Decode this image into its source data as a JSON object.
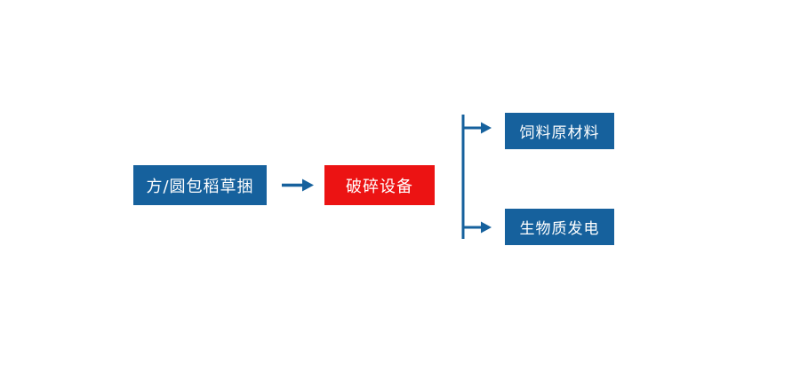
{
  "diagram": {
    "title": "straw-bale-processing-flow",
    "nodes": {
      "source": {
        "label": "方/圆包稻草捆"
      },
      "process": {
        "label": "破碎设备"
      },
      "output1": {
        "label": "饲料原材料"
      },
      "output2": {
        "label": "生物质发电"
      }
    },
    "colors": {
      "node_blue": "#16619d",
      "node_red": "#ec1313",
      "arrow": "#16619d",
      "text": "#ffffff"
    }
  }
}
